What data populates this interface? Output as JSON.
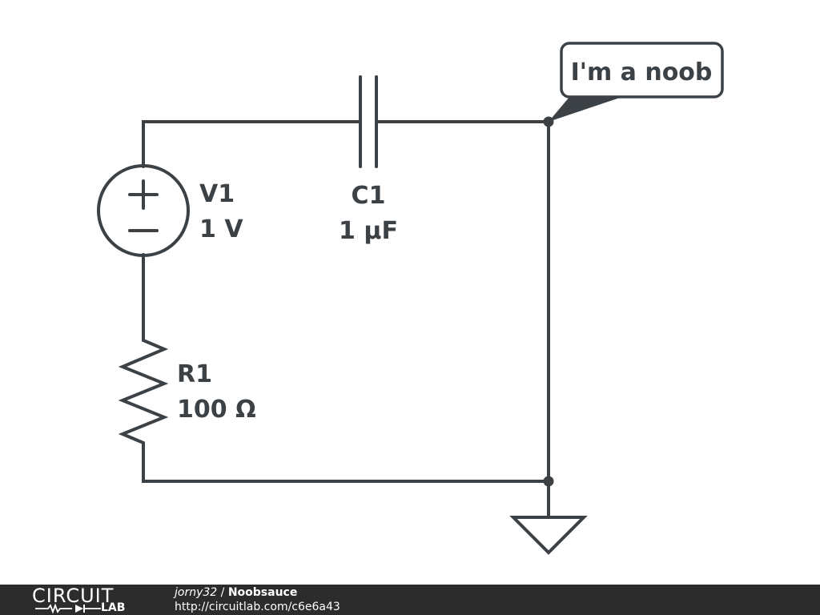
{
  "schematic": {
    "V1": {
      "name": "V1",
      "value": "1 V"
    },
    "C1": {
      "name": "C1",
      "value": "1 µF"
    },
    "R1": {
      "name": "R1",
      "value": "100 Ω"
    },
    "callout": "I'm a noob"
  },
  "footer": {
    "logo_top": "CIRCUIT",
    "logo_bottom": "LAB",
    "author": "jorny32",
    "separator": " / ",
    "title": "Noobsauce",
    "url": "http://circuitlab.com/c6e6a43"
  },
  "colors": {
    "stroke": "#3c4146",
    "footer_bg": "#2c2c2c"
  }
}
